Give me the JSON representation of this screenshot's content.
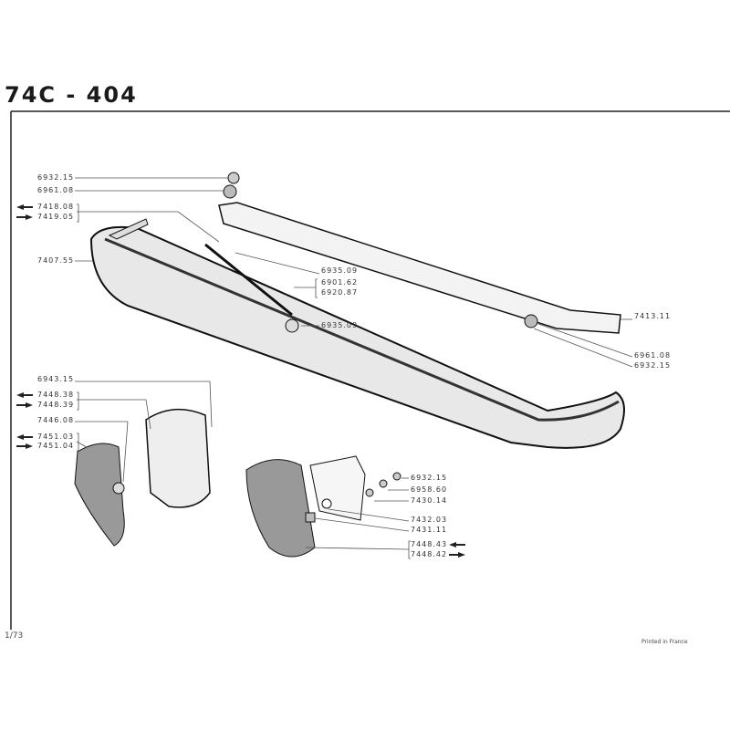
{
  "title": "74C - 404",
  "page_number": "1/73",
  "printed": "Printed in France",
  "labels": {
    "l1": "6932.15",
    "l2": "6961.08",
    "l3": "7418.08",
    "l4": "7419.05",
    "l5": "7407.55",
    "m1": "6935.09",
    "m2": "6901.62",
    "m3": "6920.87",
    "m4": "6935.09",
    "r1": "7413.11",
    "r2": "6961.08",
    "r3": "6932.15",
    "b1": "6943.15",
    "b2": "7448.38",
    "b3": "7448.39",
    "b4": "7446.08",
    "b5": "7451.03",
    "b6": "7451.04",
    "c1": "6932.15",
    "c2": "6958.60",
    "c3": "7430.14",
    "c4": "7432.03",
    "c5": "7431.11",
    "c6": "7448.43",
    "c7": "7448.42"
  }
}
